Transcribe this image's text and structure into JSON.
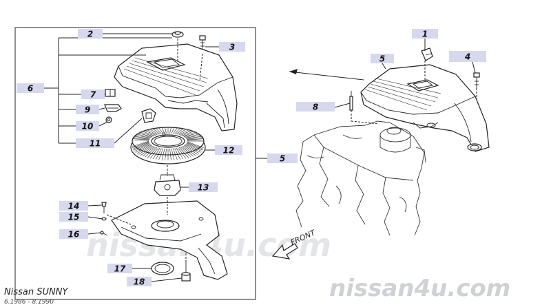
{
  "callouts": [
    {
      "id": "c2",
      "label": "2"
    },
    {
      "id": "c3",
      "label": "3"
    },
    {
      "id": "c6",
      "label": "6"
    },
    {
      "id": "c7",
      "label": "7"
    },
    {
      "id": "c9",
      "label": "9"
    },
    {
      "id": "c10",
      "label": "10"
    },
    {
      "id": "c11",
      "label": "11"
    },
    {
      "id": "c12",
      "label": "12"
    },
    {
      "id": "c13",
      "label": "13"
    },
    {
      "id": "c14",
      "label": "14"
    },
    {
      "id": "c15",
      "label": "15"
    },
    {
      "id": "c16",
      "label": "16"
    },
    {
      "id": "c17",
      "label": "17"
    },
    {
      "id": "c18",
      "label": "18"
    },
    {
      "id": "c5a",
      "label": "5"
    },
    {
      "id": "c1",
      "label": "1"
    },
    {
      "id": "c5b",
      "label": "5"
    },
    {
      "id": "c4",
      "label": "4"
    },
    {
      "id": "c8",
      "label": "8"
    }
  ],
  "front_label": "FRONT",
  "watermark": {
    "center": "nissan4u.com",
    "corner": "nissan4u.com"
  },
  "caption": {
    "model": "Nissan SUNNY",
    "period": "6.1986  -  8.1990"
  },
  "colors": {
    "tag_fill": "#d6d8ee",
    "line": "#222222",
    "watermark": "#cfd1d6"
  }
}
